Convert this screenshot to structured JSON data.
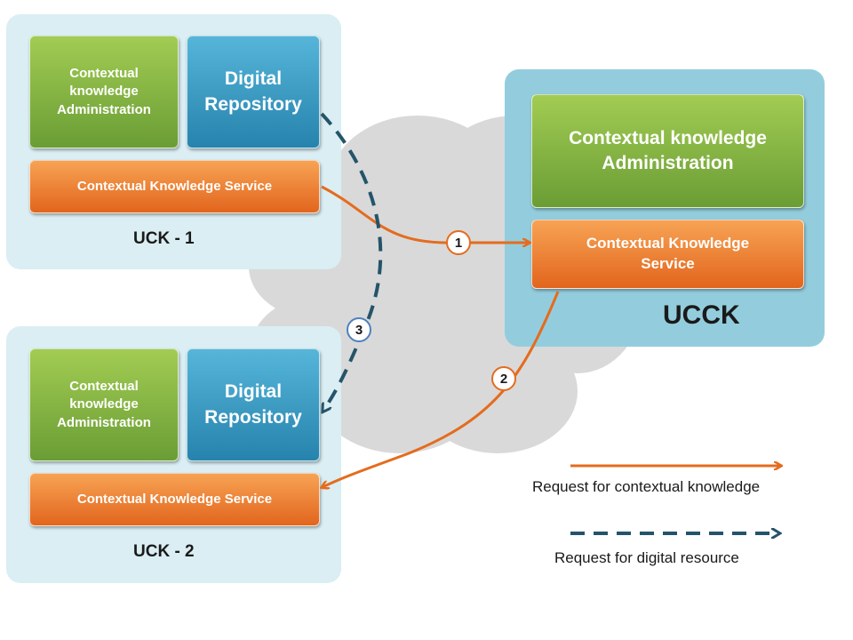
{
  "uck1": {
    "admin": "Contextual knowledge Administration",
    "repository": "Digital Repository",
    "service": "Contextual Knowledge Service",
    "label": "UCK - 1"
  },
  "uck2": {
    "admin": "Contextual knowledge Administration",
    "repository": "Digital Repository",
    "service": "Contextual Knowledge Service",
    "label": "UCK - 2"
  },
  "ucck": {
    "admin": "Contextual knowledge Administration",
    "service": "Contextual Knowledge Service",
    "label": "UCCK"
  },
  "steps": [
    "1",
    "2",
    "3"
  ],
  "legend": {
    "contextual": "Request for contextual knowledge",
    "digital": "Request for digital resource"
  },
  "colors": {
    "orange_arrow": "#e46c1e",
    "dashed_arrow": "#24546a",
    "cloud": "#d9d9d9"
  }
}
